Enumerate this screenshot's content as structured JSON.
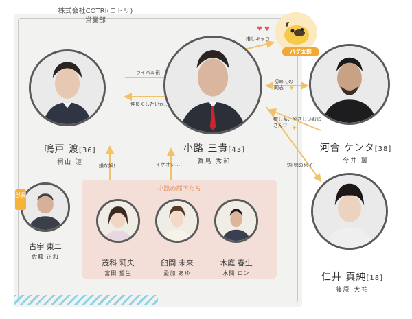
{
  "company": {
    "line1": "株式会社COTRI(コトリ)",
    "line2": "営業部"
  },
  "characters": [
    {
      "id": "naruto",
      "name": "鳴戸 渡",
      "age": "[36]",
      "actor": "桐山 漣"
    },
    {
      "id": "koji",
      "name": "小路 三貴",
      "age": "[43]",
      "actor": "眞島 秀和"
    },
    {
      "id": "kawai",
      "name": "河合 ケンタ",
      "age": "[38]",
      "actor": "今井 翼"
    },
    {
      "id": "nii",
      "name": "仁井 真純",
      "age": "[18]",
      "actor": "藤原 大祐"
    },
    {
      "id": "furuu",
      "name": "古宇 東二",
      "age": "",
      "actor": "佐藤 正和"
    },
    {
      "id": "moshina",
      "name": "茂科 莉央",
      "age": "",
      "actor": "富田 望生"
    },
    {
      "id": "usuma",
      "name": "臼間 未来",
      "age": "",
      "actor": "愛加 あゆ"
    },
    {
      "id": "kinoniwa",
      "name": "木庭 春生",
      "age": "",
      "actor": "水間 ロン"
    }
  ],
  "relations": {
    "rival": "ライバル視",
    "friendly": "仲良くしたいが…",
    "suki": "推しキャラ",
    "first_meet": "初めての同志",
    "iyashi": "癒し系、やさしいおじさん♡",
    "nephew": "甥(姉の息子)",
    "iyana": "嫌な奴！",
    "ikeoji": "イケオジ…！"
  },
  "subordinates_title": "小路の部下たち",
  "badge": "部長",
  "mascot": {
    "label": "パグ太郎"
  },
  "colors": {
    "arrow": "#f2c26b",
    "accent": "#f1a936",
    "sub_bg": "#f3dfd8",
    "stripe": "#8fd3e6"
  }
}
